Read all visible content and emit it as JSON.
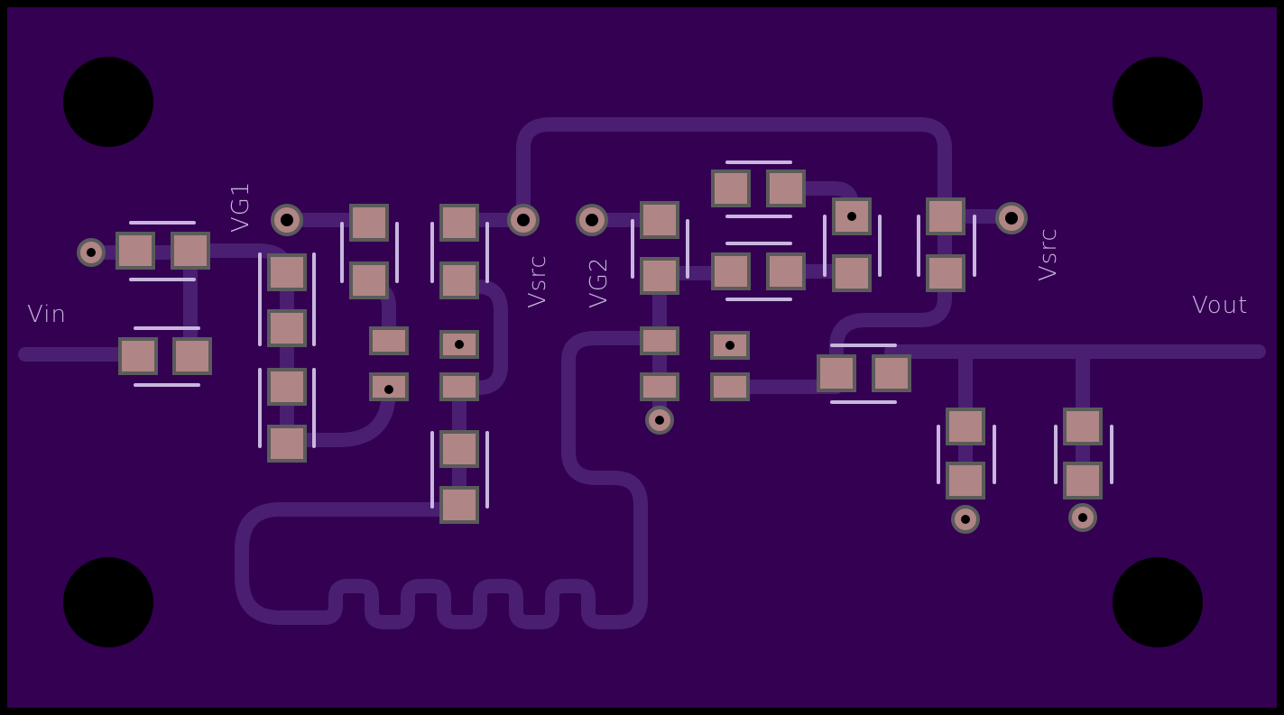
{
  "board": {
    "colors": {
      "substrate": "#330052",
      "trace": "#4a1f72",
      "pad": "#b08585",
      "pad_border": "#5b5b5b",
      "silkscreen": "#c9b6df",
      "hole": "#000000",
      "outline": "#000000"
    },
    "labels": {
      "vin": "Vin",
      "vg1": "VG1",
      "vsrc_1": "Vsrc",
      "vg2": "VG2",
      "vsrc_2": "Vsrc",
      "vout": "Vout"
    }
  }
}
